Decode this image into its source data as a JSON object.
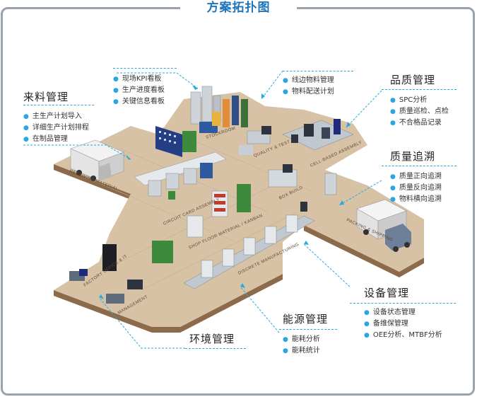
{
  "page_title": "方案拓扑图",
  "floor_labels": {
    "receiving": "RECEIVING MATERIAL",
    "stockroom": "STOCKROOM",
    "quality": "QUALITY & TEST",
    "cell": "CELL-BASED ASSEMBLY",
    "circuit": "CIRCUIT CARD ASSEMBLY",
    "shopfloor": "SHOP FLOOR MATERIAL / KANBAN",
    "boxbuild": "BOX BUILD",
    "packing": "PACKING & SHIPPING",
    "discrete": "DISCRETE MANUFACTURING",
    "office": "FACTORY OFFICE & IT",
    "management": "MANAGEMENT"
  },
  "groups": {
    "material": {
      "heading": "来料管理",
      "items": [
        "主生产计划导入",
        "详细生产计划排程",
        "在制品管理"
      ]
    },
    "board": {
      "items": [
        "现场KPI看板",
        "生产进度看板",
        "关键信息看板"
      ]
    },
    "line": {
      "items": [
        "线边物料管理",
        "物料配送计划"
      ]
    },
    "quality": {
      "heading": "品质管理",
      "items": [
        "SPC分析",
        "质量巡检、点检",
        "不合格品记录"
      ]
    },
    "trace": {
      "heading": "质量追溯",
      "items": [
        "质量正向追溯",
        "质量反向追溯",
        "物料横向追溯"
      ]
    },
    "equipment": {
      "heading": "设备管理",
      "items": [
        "设备状态管理",
        "备维保管理",
        "OEE分析、MTBF分析"
      ]
    },
    "energy": {
      "heading": "能源管理",
      "items": [
        "能耗分析",
        "能耗统计"
      ]
    },
    "environment": {
      "heading": "环境管理"
    }
  },
  "colors": {
    "accent": "#29a8e0",
    "title": "#1e75bb",
    "floor_top": "#d8c2a6",
    "floor_side": "#8c6a4a",
    "frame": "#9aa3ab"
  }
}
